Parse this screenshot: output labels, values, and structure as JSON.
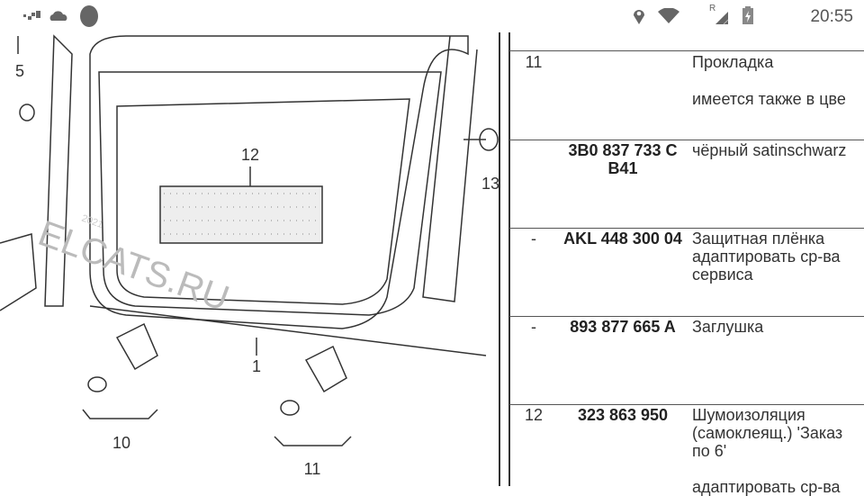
{
  "status_bar": {
    "time": "20:55",
    "network_label": "R",
    "icons": [
      "signal-dots-icon",
      "cloud-icon",
      "circle-icon",
      "location-icon",
      "wifi-icon",
      "cell-signal-icon",
      "battery-charging-icon"
    ]
  },
  "diagram": {
    "labels": [
      "5",
      "12",
      "13",
      "1",
      "10",
      "11"
    ],
    "watermark": "ELCATS.RU",
    "watermark_date": "2021"
  },
  "rows": [
    {
      "pos": "11",
      "number": "",
      "desc": [
        "Прокладка",
        "",
        "имеется также в цве"
      ]
    },
    {
      "pos": "",
      "number": "3B0 837 733 C B41",
      "desc": [
        "чёрный satinschwarz"
      ]
    },
    {
      "pos": "-",
      "number": "AKL 448 300 04",
      "desc": [
        "Защитная плёнка",
        "адаптировать ср-ва",
        "сервиса"
      ]
    },
    {
      "pos": "-",
      "number": "893 877 665 A",
      "desc": [
        "Заглушка"
      ]
    },
    {
      "pos": "12",
      "number": "323 863 950",
      "desc": [
        "Шумоизоляция",
        "(самоклеящ.) 'Заказ",
        "по 6'",
        "",
        "адаптировать ср-ва"
      ]
    }
  ]
}
